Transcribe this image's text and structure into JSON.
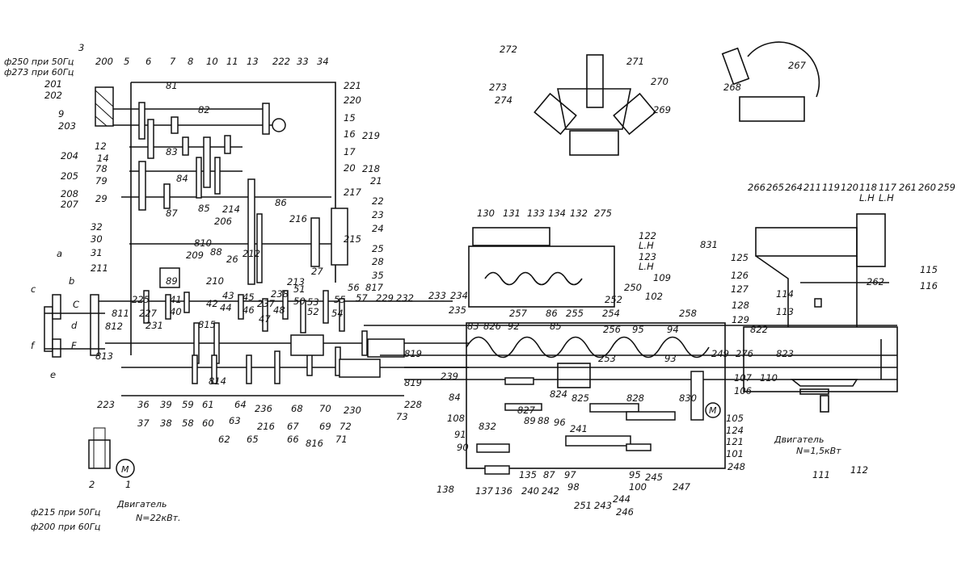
{
  "diagram": {
    "notes": {
      "pulley_3_a": "ф250 при 50Гц",
      "pulley_3_b": "ф273 при 60Гц",
      "pulley_2_a": "ф215 при 50Гц",
      "pulley_2_b": "ф200 при 60Гц",
      "main_motor": "Двигатель",
      "main_motor_power": "N=22кВт.",
      "aux_motor": "Двигатель",
      "aux_motor_power": "N=1,5кВт",
      "motor_symbol": "M"
    },
    "labels": [
      "3",
      "200",
      "5",
      "6",
      "7",
      "8",
      "10",
      "11",
      "13",
      "222",
      "33",
      "34",
      "201",
      "202",
      "9",
      "203",
      "12",
      "14",
      "204",
      "78",
      "79",
      "205",
      "208",
      "207",
      "29",
      "32",
      "30",
      "31",
      "211",
      "a",
      "81",
      "82",
      "83",
      "84",
      "85",
      "86",
      "87",
      "206",
      "214",
      "810",
      "88",
      "209",
      "26",
      "212",
      "89",
      "210",
      "221",
      "220",
      "15",
      "16",
      "219",
      "17",
      "20",
      "218",
      "21",
      "217",
      "22",
      "23",
      "24",
      "215",
      "25",
      "28",
      "35",
      "27",
      "213",
      "216",
      "c",
      "b",
      "C",
      "d",
      "f",
      "F",
      "e",
      "811",
      "812",
      "813",
      "225",
      "227",
      "231",
      "40",
      "41",
      "42",
      "43",
      "44",
      "815",
      "45",
      "46",
      "47",
      "237",
      "238",
      "48",
      "51",
      "50",
      "53",
      "52",
      "54",
      "55",
      "56",
      "817",
      "57",
      "229",
      "232",
      "233",
      "234",
      "235",
      "819",
      "819",
      "228",
      "73",
      "223",
      "36",
      "37",
      "39",
      "38",
      "59",
      "58",
      "60",
      "61",
      "814",
      "64",
      "63",
      "62",
      "236",
      "216",
      "65",
      "67",
      "66",
      "68",
      "70",
      "69",
      "816",
      "230",
      "72",
      "71",
      "2",
      "1",
      "272",
      "271",
      "270",
      "273",
      "274",
      "269",
      "267",
      "268",
      "130",
      "131",
      "133",
      "134",
      "132",
      "275",
      "266",
      "265",
      "264",
      "211",
      "119",
      "120",
      "118",
      "L.H",
      "117",
      "L.H",
      "261",
      "260",
      "259",
      "122",
      "L.H",
      "123",
      "L.H",
      "831",
      "125",
      "126",
      "127",
      "128",
      "129",
      "114",
      "113",
      "115",
      "116",
      "262",
      "109",
      "250",
      "102",
      "252",
      "257",
      "86",
      "255",
      "254",
      "258",
      "83",
      "826",
      "92",
      "85",
      "256",
      "95",
      "94",
      "822",
      "249",
      "276",
      "823",
      "253",
      "93",
      "239",
      "84",
      "107",
      "110",
      "106",
      "824",
      "825",
      "828",
      "830",
      "105",
      "108",
      "827",
      "89",
      "88",
      "96",
      "241",
      "124",
      "91",
      "90",
      "832",
      "121",
      "101",
      "248",
      "111",
      "112",
      "138",
      "137",
      "136",
      "135",
      "87",
      "240",
      "242",
      "98",
      "97",
      "251",
      "243",
      "244",
      "246",
      "95",
      "100",
      "245",
      "247"
    ]
  }
}
